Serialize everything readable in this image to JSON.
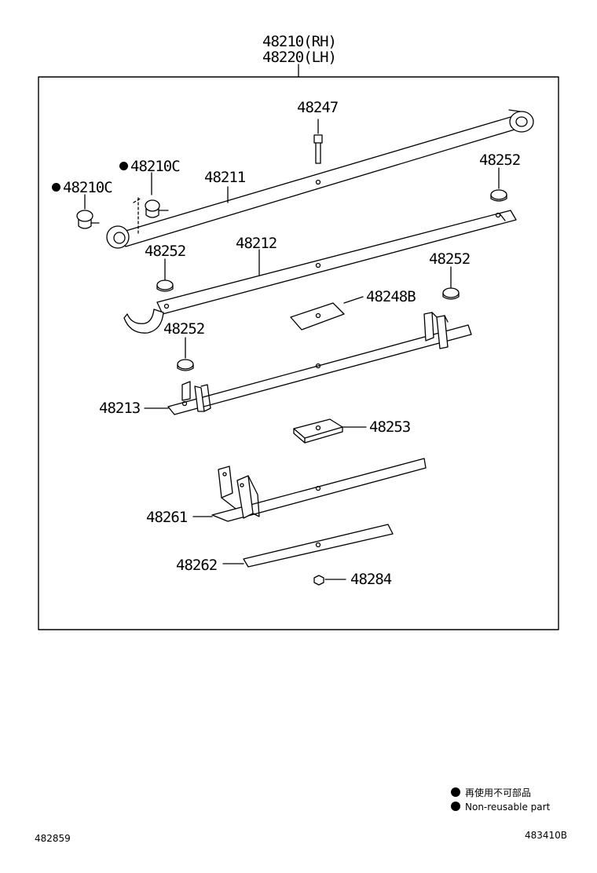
{
  "assembly": {
    "rh": "48210(RH)",
    "lh": "48220(LH)"
  },
  "parts": {
    "p48247": "48247",
    "p48210c_a": "48210C",
    "p48210c_b": "48210C",
    "p48211": "48211",
    "p48252_a": "48252",
    "p48252_b": "48252",
    "p48212": "48212",
    "p48252_c": "48252",
    "p48248b": "48248B",
    "p48252_d": "48252",
    "p48213": "48213",
    "p48253": "48253",
    "p48261": "48261",
    "p48262": "48262",
    "p48284": "48284"
  },
  "legend": {
    "jp": "再使用不可部品",
    "en": "Non-reusable part"
  },
  "codes": {
    "left": "482859",
    "right": "483410B"
  },
  "icons": {
    "bullet": "filled-circle-icon"
  }
}
